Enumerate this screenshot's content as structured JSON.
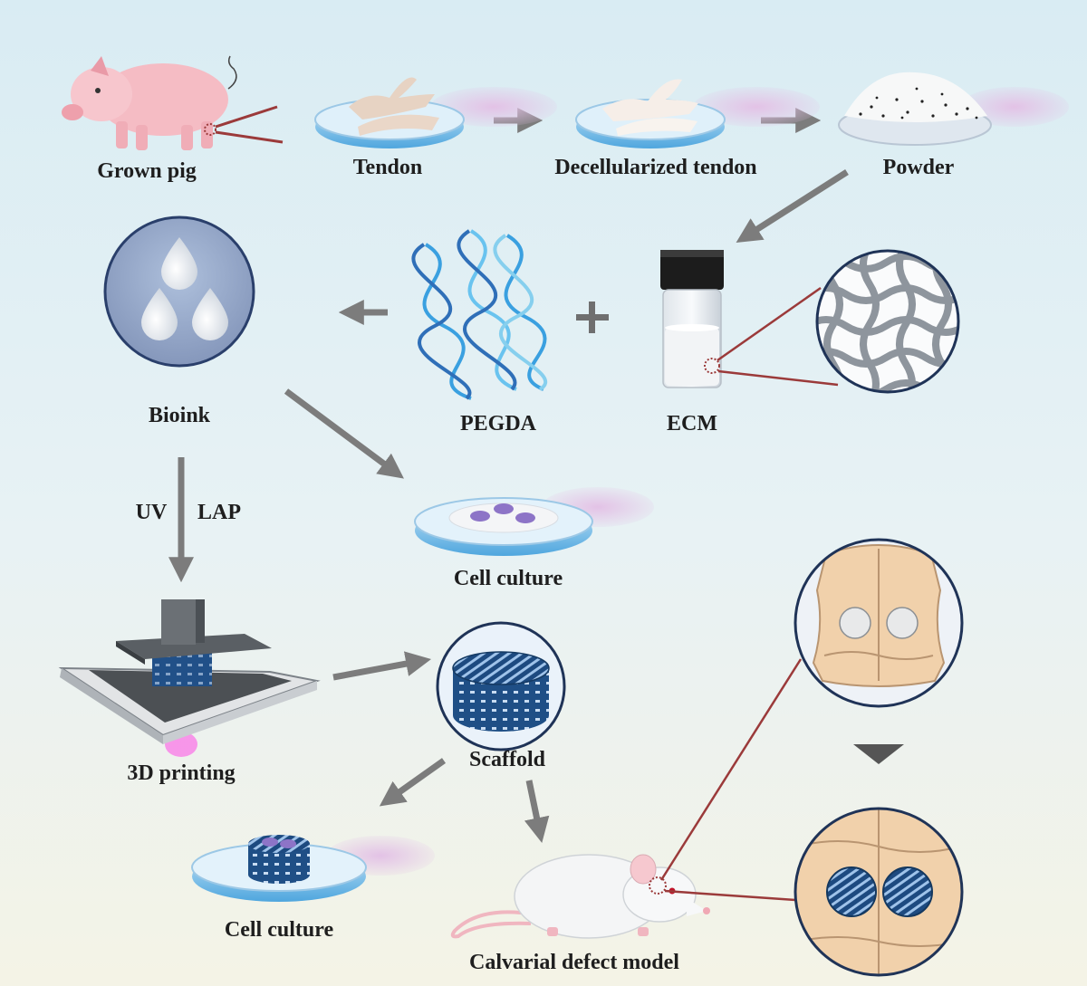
{
  "labels": {
    "grown_pig": "Grown pig",
    "tendon": "Tendon",
    "decellularized_tendon": "Decellularized tendon",
    "powder": "Powder",
    "bioink": "Bioink",
    "pegda": "PEGDA",
    "ecm": "ECM",
    "plus": "+",
    "uv": "UV",
    "lap": "LAP",
    "cell_culture_top": "Cell culture",
    "printing": "3D printing",
    "scaffold": "Scaffold",
    "cell_culture_bottom": "Cell culture",
    "calvarial": "Calvarial defect model"
  },
  "colors": {
    "arrow": "#7c7c7c",
    "dish_blue": "#4fa6de",
    "scaffold_blue": "#1f4f86",
    "pointer_line": "#9b3a3a",
    "bioink_circle": "#8fa6c7"
  },
  "icons": [
    "pig-icon",
    "petri-dish-icon",
    "powder-dish-icon",
    "droplet-icon",
    "helix-icon",
    "vial-icon",
    "mesh-icon",
    "printer-icon",
    "scaffold-icon",
    "skull-icon",
    "rat-icon"
  ]
}
